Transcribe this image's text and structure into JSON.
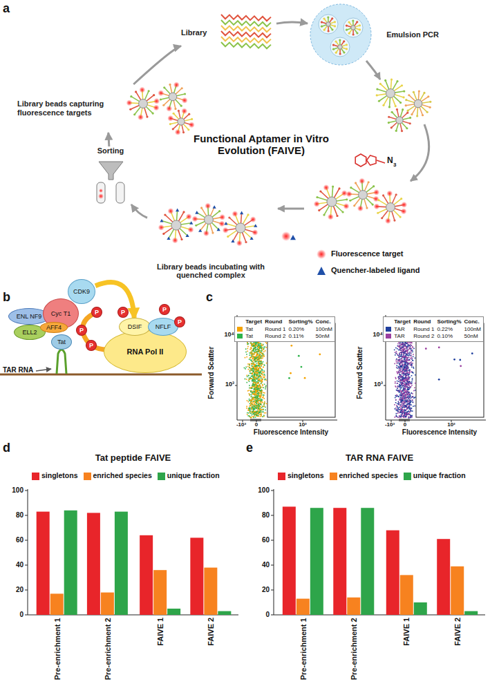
{
  "diagram": {
    "nodes": [
      {
        "text": [
          "Library"
        ]
      },
      {
        "text": [
          "Emulsion PCR"
        ]
      },
      {
        "text": [
          "Library beads incubating with quenched complex"
        ]
      },
      {
        "text": [
          "Sorting"
        ]
      },
      {
        "text": [
          "Library beads capturing fluorescence targets"
        ]
      },
      {
        "text": [
          "ENL NF9"
        ]
      },
      {
        "text": [
          "ELL2"
        ]
      },
      {
        "text": [
          "Cyc T1"
        ]
      },
      {
        "text": [
          "AFF4"
        ]
      },
      {
        "text": [
          "CDK9"
        ]
      },
      {
        "text": [
          "Tat"
        ]
      },
      {
        "text": [
          "DSIF"
        ]
      },
      {
        "text": [
          "NFLF"
        ]
      },
      {
        "text": [
          "RNA Pol II"
        ]
      },
      {
        "text": [
          "P"
        ]
      },
      {
        "text": [
          "P"
        ]
      },
      {
        "text": [
          "P"
        ]
      },
      {
        "text": [
          "P"
        ]
      },
      {
        "text": [
          "P"
        ]
      },
      {
        "text": [
          "P"
        ]
      }
    ],
    "edges": [
      {
        "from": 0,
        "to": 1,
        "arrow": "to"
      },
      {
        "from": 2,
        "to": 3,
        "arrow": "to"
      },
      {
        "from": 3,
        "to": 4,
        "arrow": "to"
      },
      {
        "from": 4,
        "to": 0,
        "arrow": "to"
      },
      {
        "from": 9,
        "to": 11,
        "arrow": "to"
      }
    ],
    "labels": [
      "a",
      "b",
      "c",
      "d",
      "e",
      "Functional Aptamer in Vitro Evolution (FAIVE)",
      "N",
      "3",
      "TAR RNA",
      "Target",
      "Round",
      "Sorting%",
      "Conc.",
      "Tat",
      "Round 1",
      "0.20%",
      "100nM",
      "Tat",
      "Round 2",
      "0.11%",
      "50nM",
      "Target",
      "Round",
      "Sorting%",
      "Conc.",
      "TAR",
      "Round 1",
      "0.22%",
      "100nM",
      "TAR",
      "Round 2",
      "0.10%",
      "50nM",
      "Forward Scatter",
      "Fluorescence Intensity",
      "10⁴",
      "10³",
      "-10³",
      "0",
      "10³",
      "Forward Scatter",
      "Fluorescence Intensity",
      "10⁴",
      "10³",
      "-10³",
      "0",
      "10³",
      "Tat peptide FAIVE",
      "0",
      "20",
      "40",
      "60",
      "80",
      "100",
      "Pre-enrichment 1",
      "Pre-enrichment 2",
      "FAIVE 1",
      "FAIVE 2",
      "TAR RNA FAIVE",
      "0",
      "20",
      "40",
      "60",
      "80",
      "100",
      "Pre-enrichment 1",
      "Pre-enrichment 2",
      "FAIVE 1",
      "FAIVE 2"
    ],
    "legend": [
      {
        "text": "Fluorescence target"
      },
      {
        "text": "Quencher-labeled ligand"
      },
      {
        "text": "singletons",
        "color": "#e8252a"
      },
      {
        "text": "enriched species",
        "color": "#f7821f"
      },
      {
        "text": "unique fraction",
        "color": "#2ea54a"
      },
      {
        "text": "singletons",
        "color": "#e8252a"
      },
      {
        "text": "enriched species",
        "color": "#f7821f"
      },
      {
        "text": "unique fraction",
        "color": "#2ea54a"
      }
    ]
  }
}
